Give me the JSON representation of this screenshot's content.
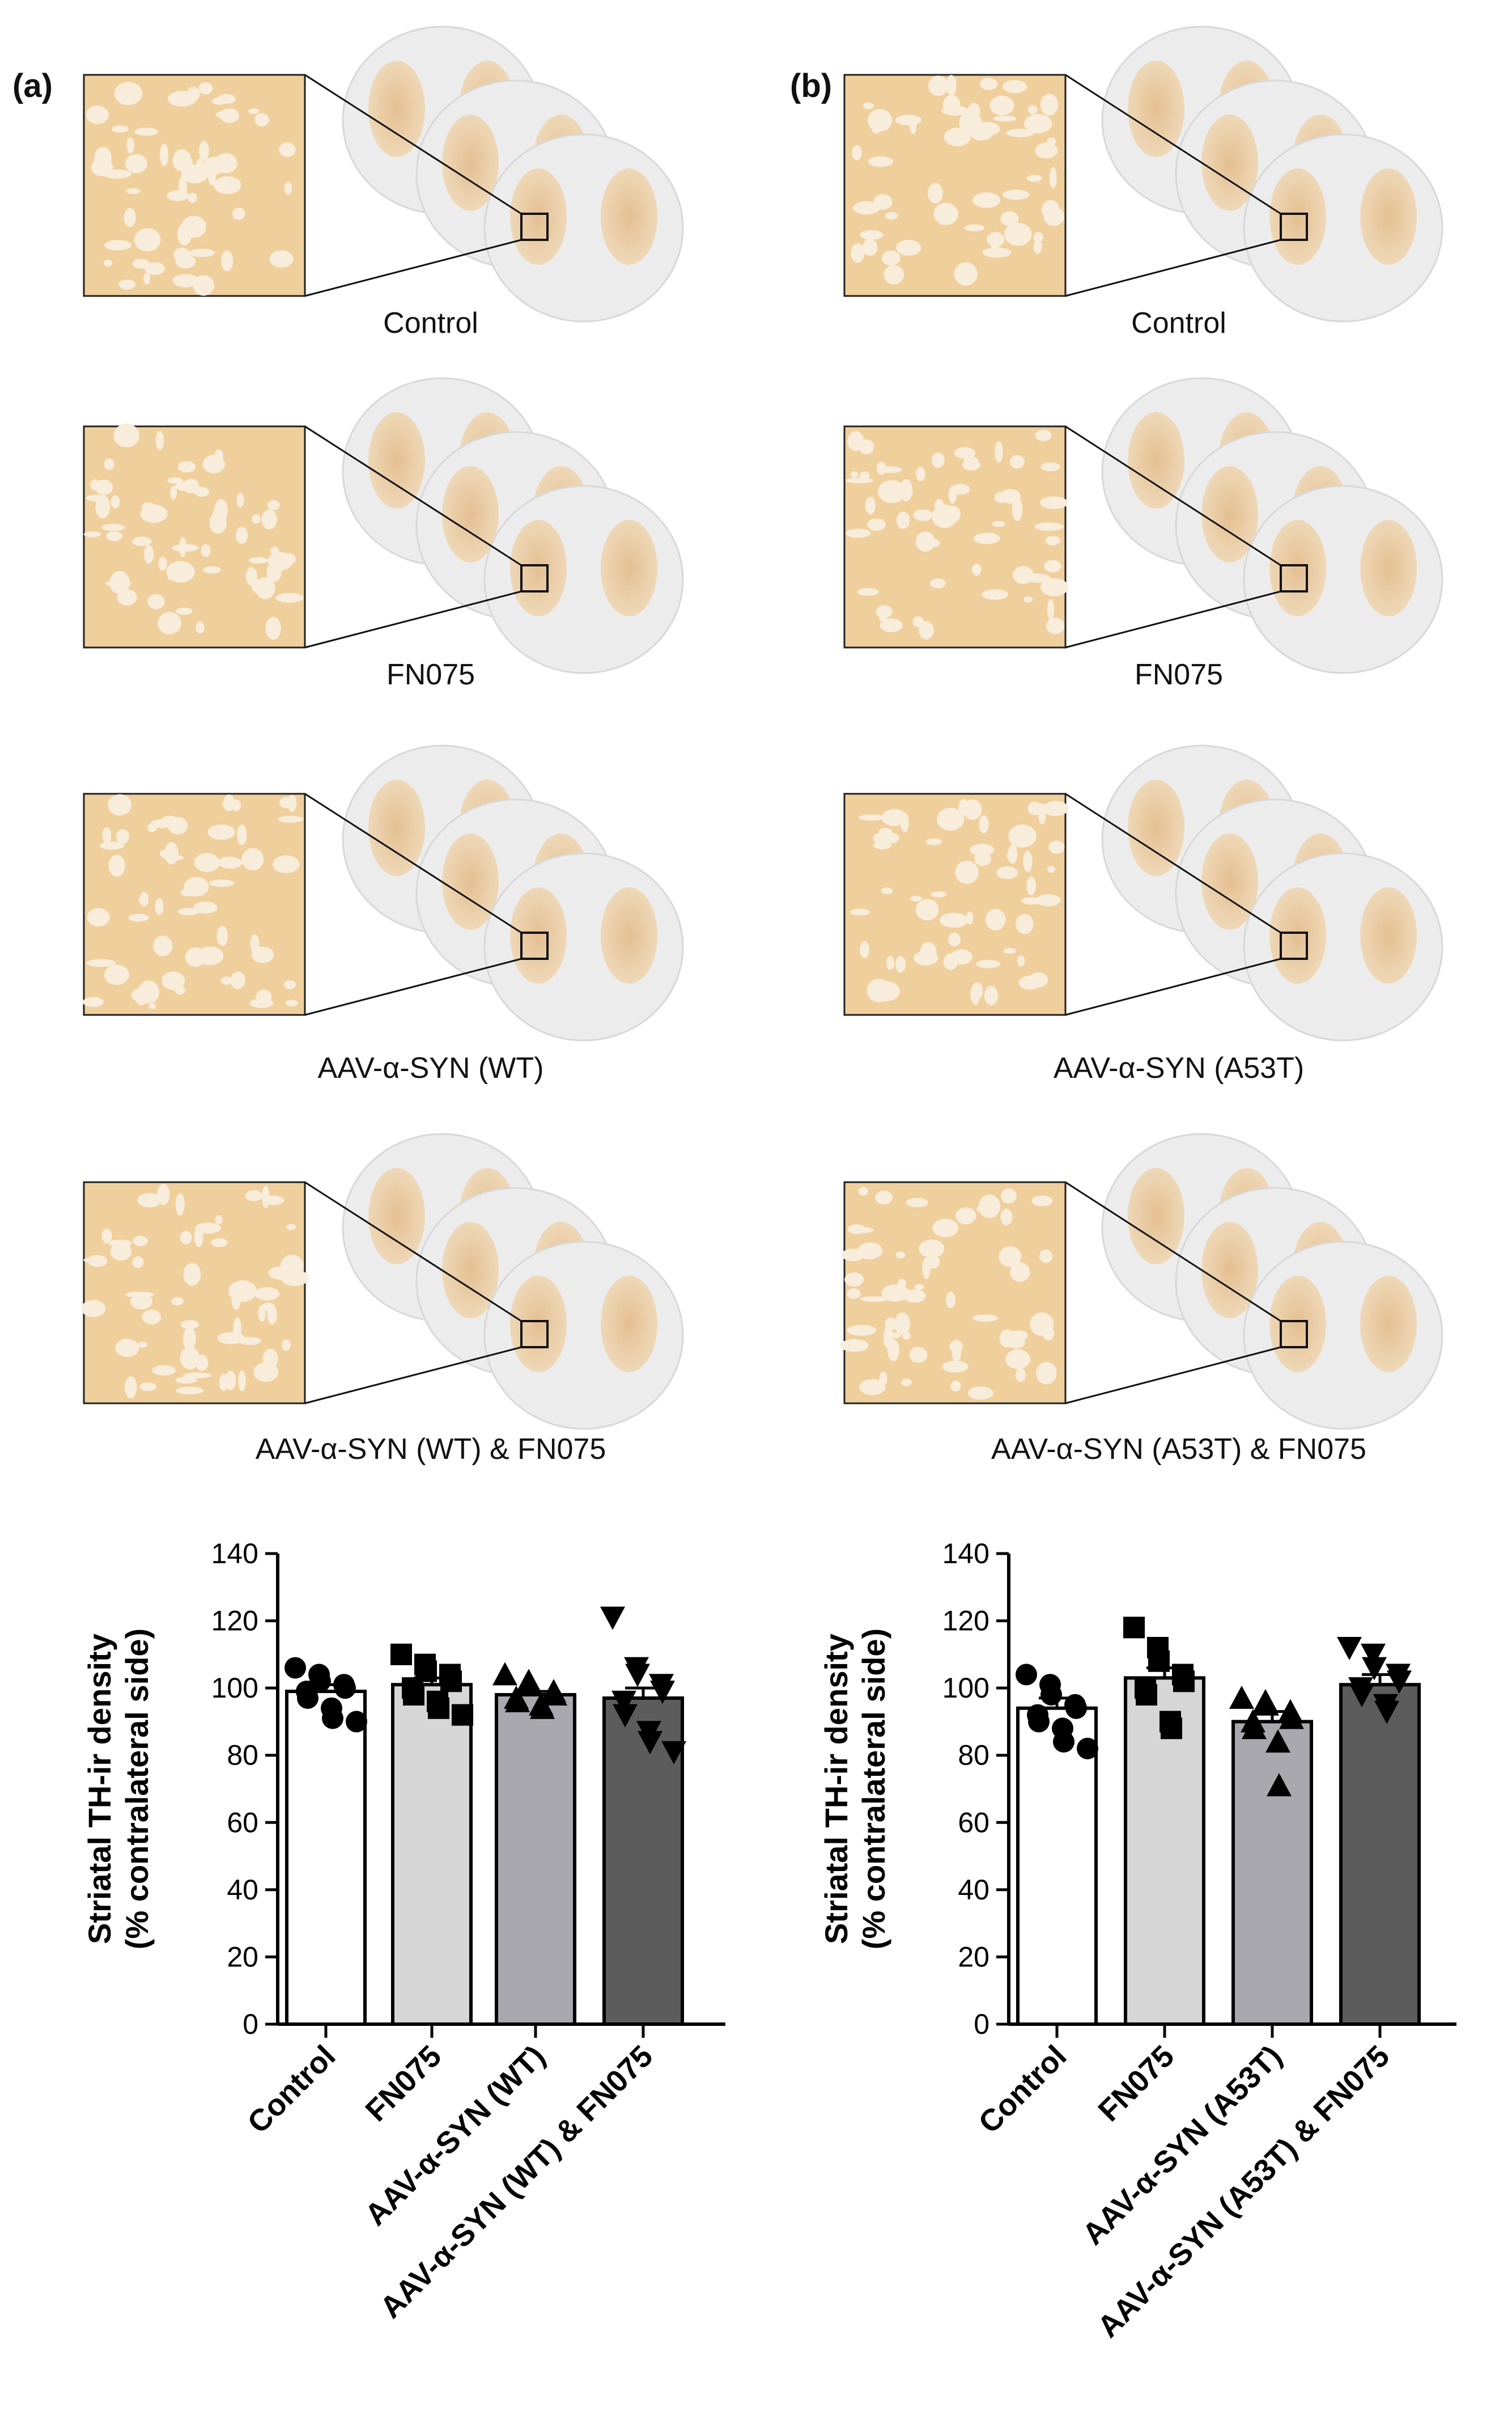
{
  "panels": [
    {
      "letter": "(a)",
      "rows": [
        {
          "caption": "Control"
        },
        {
          "caption": "FN075"
        },
        {
          "caption": "AAV-α-SYN (WT)"
        },
        {
          "caption": "AAV-α-SYN (WT) & FN075"
        }
      ]
    },
    {
      "letter": "(b)",
      "rows": [
        {
          "caption": "Control"
        },
        {
          "caption": "FN075"
        },
        {
          "caption": "AAV-α-SYN (A53T)"
        },
        {
          "caption": "AAV-α-SYN (A53T) & FN075"
        }
      ]
    }
  ],
  "colors": {
    "stain_light": "#f1d9b4",
    "stain_mid": "#e2b47a",
    "tissue": "#ececec",
    "bar_control": "#ffffff",
    "bar_fn075": "#d6d6d6",
    "bar_aav": "#a8a8ae",
    "bar_combo": "#5c5c5c"
  },
  "chart_data": [
    {
      "type": "bar",
      "ylabel_line1": "Striatal TH-ir density",
      "ylabel_line2": "(% contralateral side)",
      "ylim": [
        0,
        140
      ],
      "yticks": [
        0,
        20,
        40,
        60,
        80,
        100,
        120,
        140
      ],
      "categories": [
        "Control",
        "FN075",
        "AAV-α-SYN (WT)",
        "AAV-α-SYN (WT) & FN075"
      ],
      "values": [
        99,
        101,
        98,
        97
      ],
      "sem": [
        2,
        2,
        1,
        3
      ],
      "markers": [
        "circle",
        "square",
        "triangle-up",
        "triangle-down"
      ],
      "points": [
        [
          106,
          104,
          102,
          101,
          100,
          99,
          97,
          94,
          91,
          90
        ],
        [
          110,
          107,
          105,
          104,
          102,
          100,
          98,
          96,
          94,
          92
        ],
        [
          104,
          102,
          101,
          99,
          98,
          97,
          96,
          95,
          94
        ],
        [
          121,
          106,
          104,
          101,
          99,
          96,
          92,
          87,
          84,
          81
        ]
      ]
    },
    {
      "type": "bar",
      "ylabel_line1": "Striatal TH-ir density",
      "ylabel_line2": "(% contralateral side)",
      "ylim": [
        0,
        140
      ],
      "yticks": [
        0,
        20,
        40,
        60,
        80,
        100,
        120,
        140
      ],
      "categories": [
        "Control",
        "FN075",
        "AAV-α-SYN (A53T)",
        "AAV-α-SYN (A53T) & FN075"
      ],
      "values": [
        94,
        103,
        90,
        101
      ],
      "sem": [
        3,
        3,
        3,
        3
      ],
      "markers": [
        "circle",
        "square",
        "triangle-up",
        "triangle-down"
      ],
      "points": [
        [
          104,
          101,
          98,
          95,
          94,
          92,
          90,
          88,
          84,
          82
        ],
        [
          118,
          112,
          108,
          104,
          102,
          100,
          98,
          90,
          88
        ],
        [
          97,
          96,
          95,
          93,
          91,
          90,
          88,
          84,
          71
        ],
        [
          112,
          110,
          106,
          104,
          102,
          100,
          98,
          95,
          93
        ]
      ]
    }
  ]
}
